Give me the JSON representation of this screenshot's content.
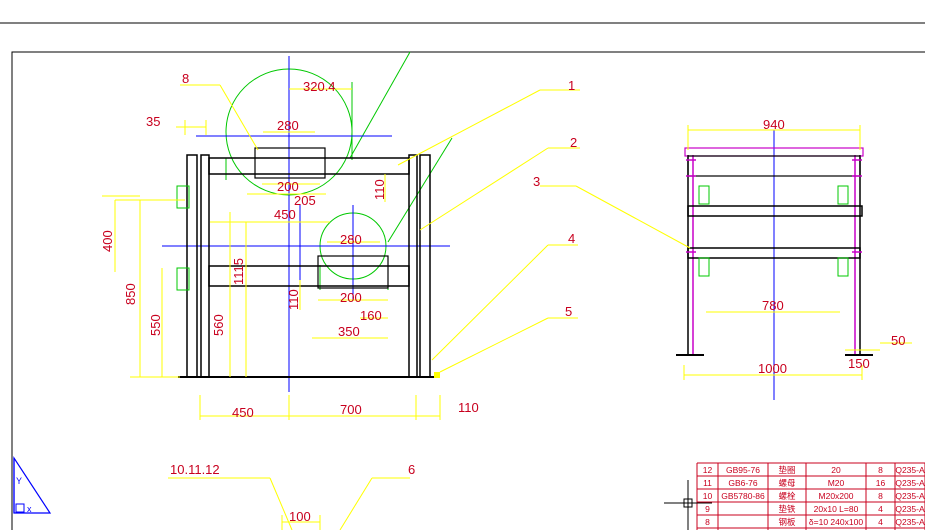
{
  "colors": {
    "background": "#ffffff",
    "outline": "#000000",
    "dimension": "#ffff00",
    "dimension_text": "#c8001e",
    "centerline": "#0000ff",
    "construction": "#00c800",
    "magenta": "#c800c8"
  },
  "front_view": {
    "dims": {
      "d320": "320.4",
      "d280a": "280",
      "d35": "35",
      "d200a": "200",
      "d205": "205",
      "d110a": "110",
      "d450a": "450",
      "d280b": "280",
      "d400": "400",
      "d850": "850",
      "d1115": "1115",
      "d550": "550",
      "d560": "560",
      "d110b": "110",
      "d200b": "200",
      "d160": "160",
      "d350": "350",
      "d450b": "450",
      "d700": "700",
      "d110c": "110"
    }
  },
  "side_view": {
    "dims": {
      "d940": "940",
      "d780": "780",
      "d1000": "1000",
      "d150": "150",
      "d50": "50"
    }
  },
  "part_labels": {
    "p1": "1",
    "p2": "2",
    "p3": "3",
    "p4": "4",
    "p5": "5",
    "p6": "6",
    "p8": "8",
    "p10_11_12": "10.11.12"
  },
  "detail": {
    "d100": "100"
  },
  "parts_table": {
    "rows": [
      {
        "no": "12",
        "std": "GB95-76",
        "name": "垫圈",
        "spec": "20",
        "qty": "8",
        "mat": "Q235-A"
      },
      {
        "no": "11",
        "std": "GB6-76",
        "name": "螺母",
        "spec": "M20",
        "qty": "16",
        "mat": "Q235-A"
      },
      {
        "no": "10",
        "std": "GB5780-86",
        "name": "螺栓",
        "spec": "M20x200",
        "qty": "8",
        "mat": "Q235-A"
      },
      {
        "no": "9",
        "std": "",
        "name": "垫铁",
        "spec": "20x10 L=80",
        "qty": "4",
        "mat": "Q235-A"
      },
      {
        "no": "8",
        "std": "",
        "name": "钢板",
        "spec": "δ=10 240x100",
        "qty": "4",
        "mat": "Q235-A"
      }
    ]
  },
  "icons": {
    "ucs": "ucs-icon",
    "crosshair": "cursor-crosshair-icon"
  }
}
